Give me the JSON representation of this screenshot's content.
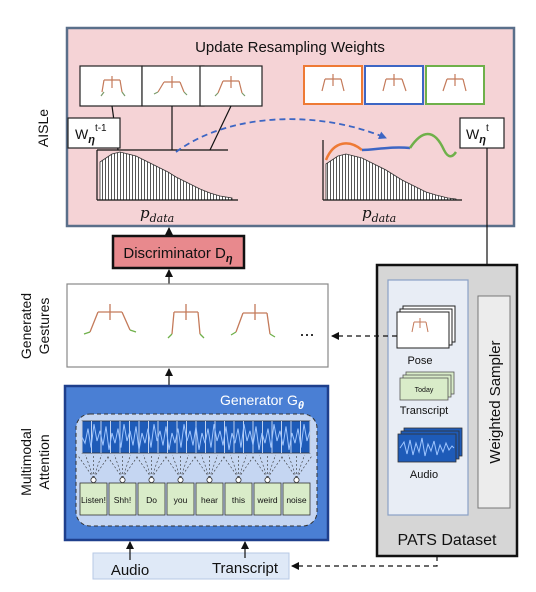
{
  "aisle": {
    "title": "Update Resampling Weights",
    "side_label": "AISLe",
    "w_left": {
      "base": "W",
      "sub": "η",
      "sup": "t-1"
    },
    "w_right": {
      "base": "W",
      "sub": "η",
      "sup": "t"
    },
    "pdata_left": "p",
    "pdata_left_sub": "data",
    "pdata_right": "p",
    "pdata_right_sub": "data"
  },
  "discriminator": {
    "base": "Discriminator D",
    "sub": "η"
  },
  "generated": {
    "side_label_line1": "Generated",
    "side_label_line2": "Gestures",
    "ellipsis": "..."
  },
  "generator": {
    "side_label_line1": "Multimodal",
    "side_label_line2": "Attention",
    "title_base": "Generator G",
    "title_sub": "θ",
    "words": [
      "Listen!",
      "Shh!",
      "Do",
      "you",
      "hear",
      "this",
      "weird",
      "noise"
    ]
  },
  "inputs": {
    "audio": "Audio",
    "transcript": "Transcript"
  },
  "pats": {
    "title": "PATS Dataset",
    "sampler": "Weighted Sampler",
    "pose": "Pose",
    "transcript": "Transcript",
    "transcript_card": "Today",
    "audio": "Audio"
  },
  "colors": {
    "aisle_bg": "#f5d3d6",
    "discriminator_bg": "#e8898d",
    "generator_bg": "#4a7fd4",
    "word_bg": "#d9ecc9",
    "pats_bg": "#d6d6d6",
    "orange": "#ee7a35",
    "blue": "#3d66c4",
    "green": "#6fb04a"
  }
}
